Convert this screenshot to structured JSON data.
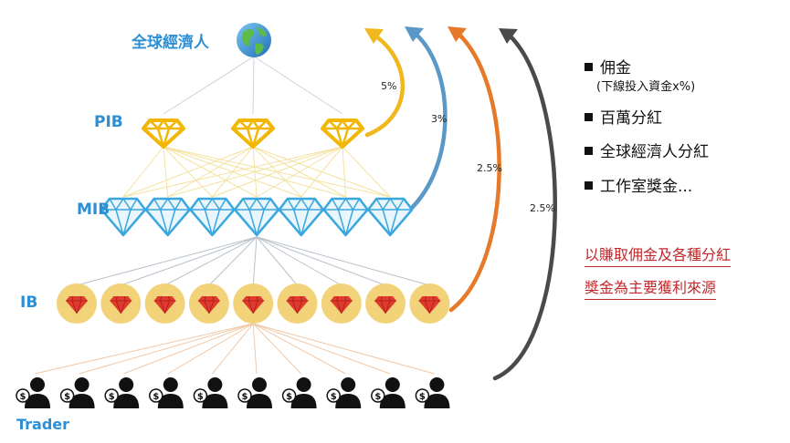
{
  "global": {
    "title": "全球經濟人"
  },
  "tiers": {
    "pib": "PIB",
    "mib": "MIB",
    "ib": "IB",
    "trader": "Trader"
  },
  "counts": {
    "pib": 3,
    "mib": 7,
    "ib": 9,
    "trader": 10
  },
  "percentages": [
    "5%",
    "3%",
    "2.5%",
    "2.5%"
  ],
  "legend": {
    "items": [
      "佣金",
      "百萬分紅",
      "全球經濟人分紅",
      "工作室獎金..."
    ],
    "commission_sub": "(下線投入資金x%)"
  },
  "note": {
    "line1": "以賺取佣金及各種分紅",
    "line2": "獎金為主要獲利來源"
  },
  "colors": {
    "tier_label": "#2b8fd6",
    "pib_gold": "#f2b705",
    "mib_blue": "#3aa7de",
    "ib_circle": "#f3d37a",
    "ib_ruby": "#e0392d",
    "arrow_gold": "#f0b81e",
    "arrow_blue": "#5a98c8",
    "arrow_orange": "#e77a2a",
    "arrow_gray": "#4a4a4a",
    "note_red": "#c0282c"
  }
}
